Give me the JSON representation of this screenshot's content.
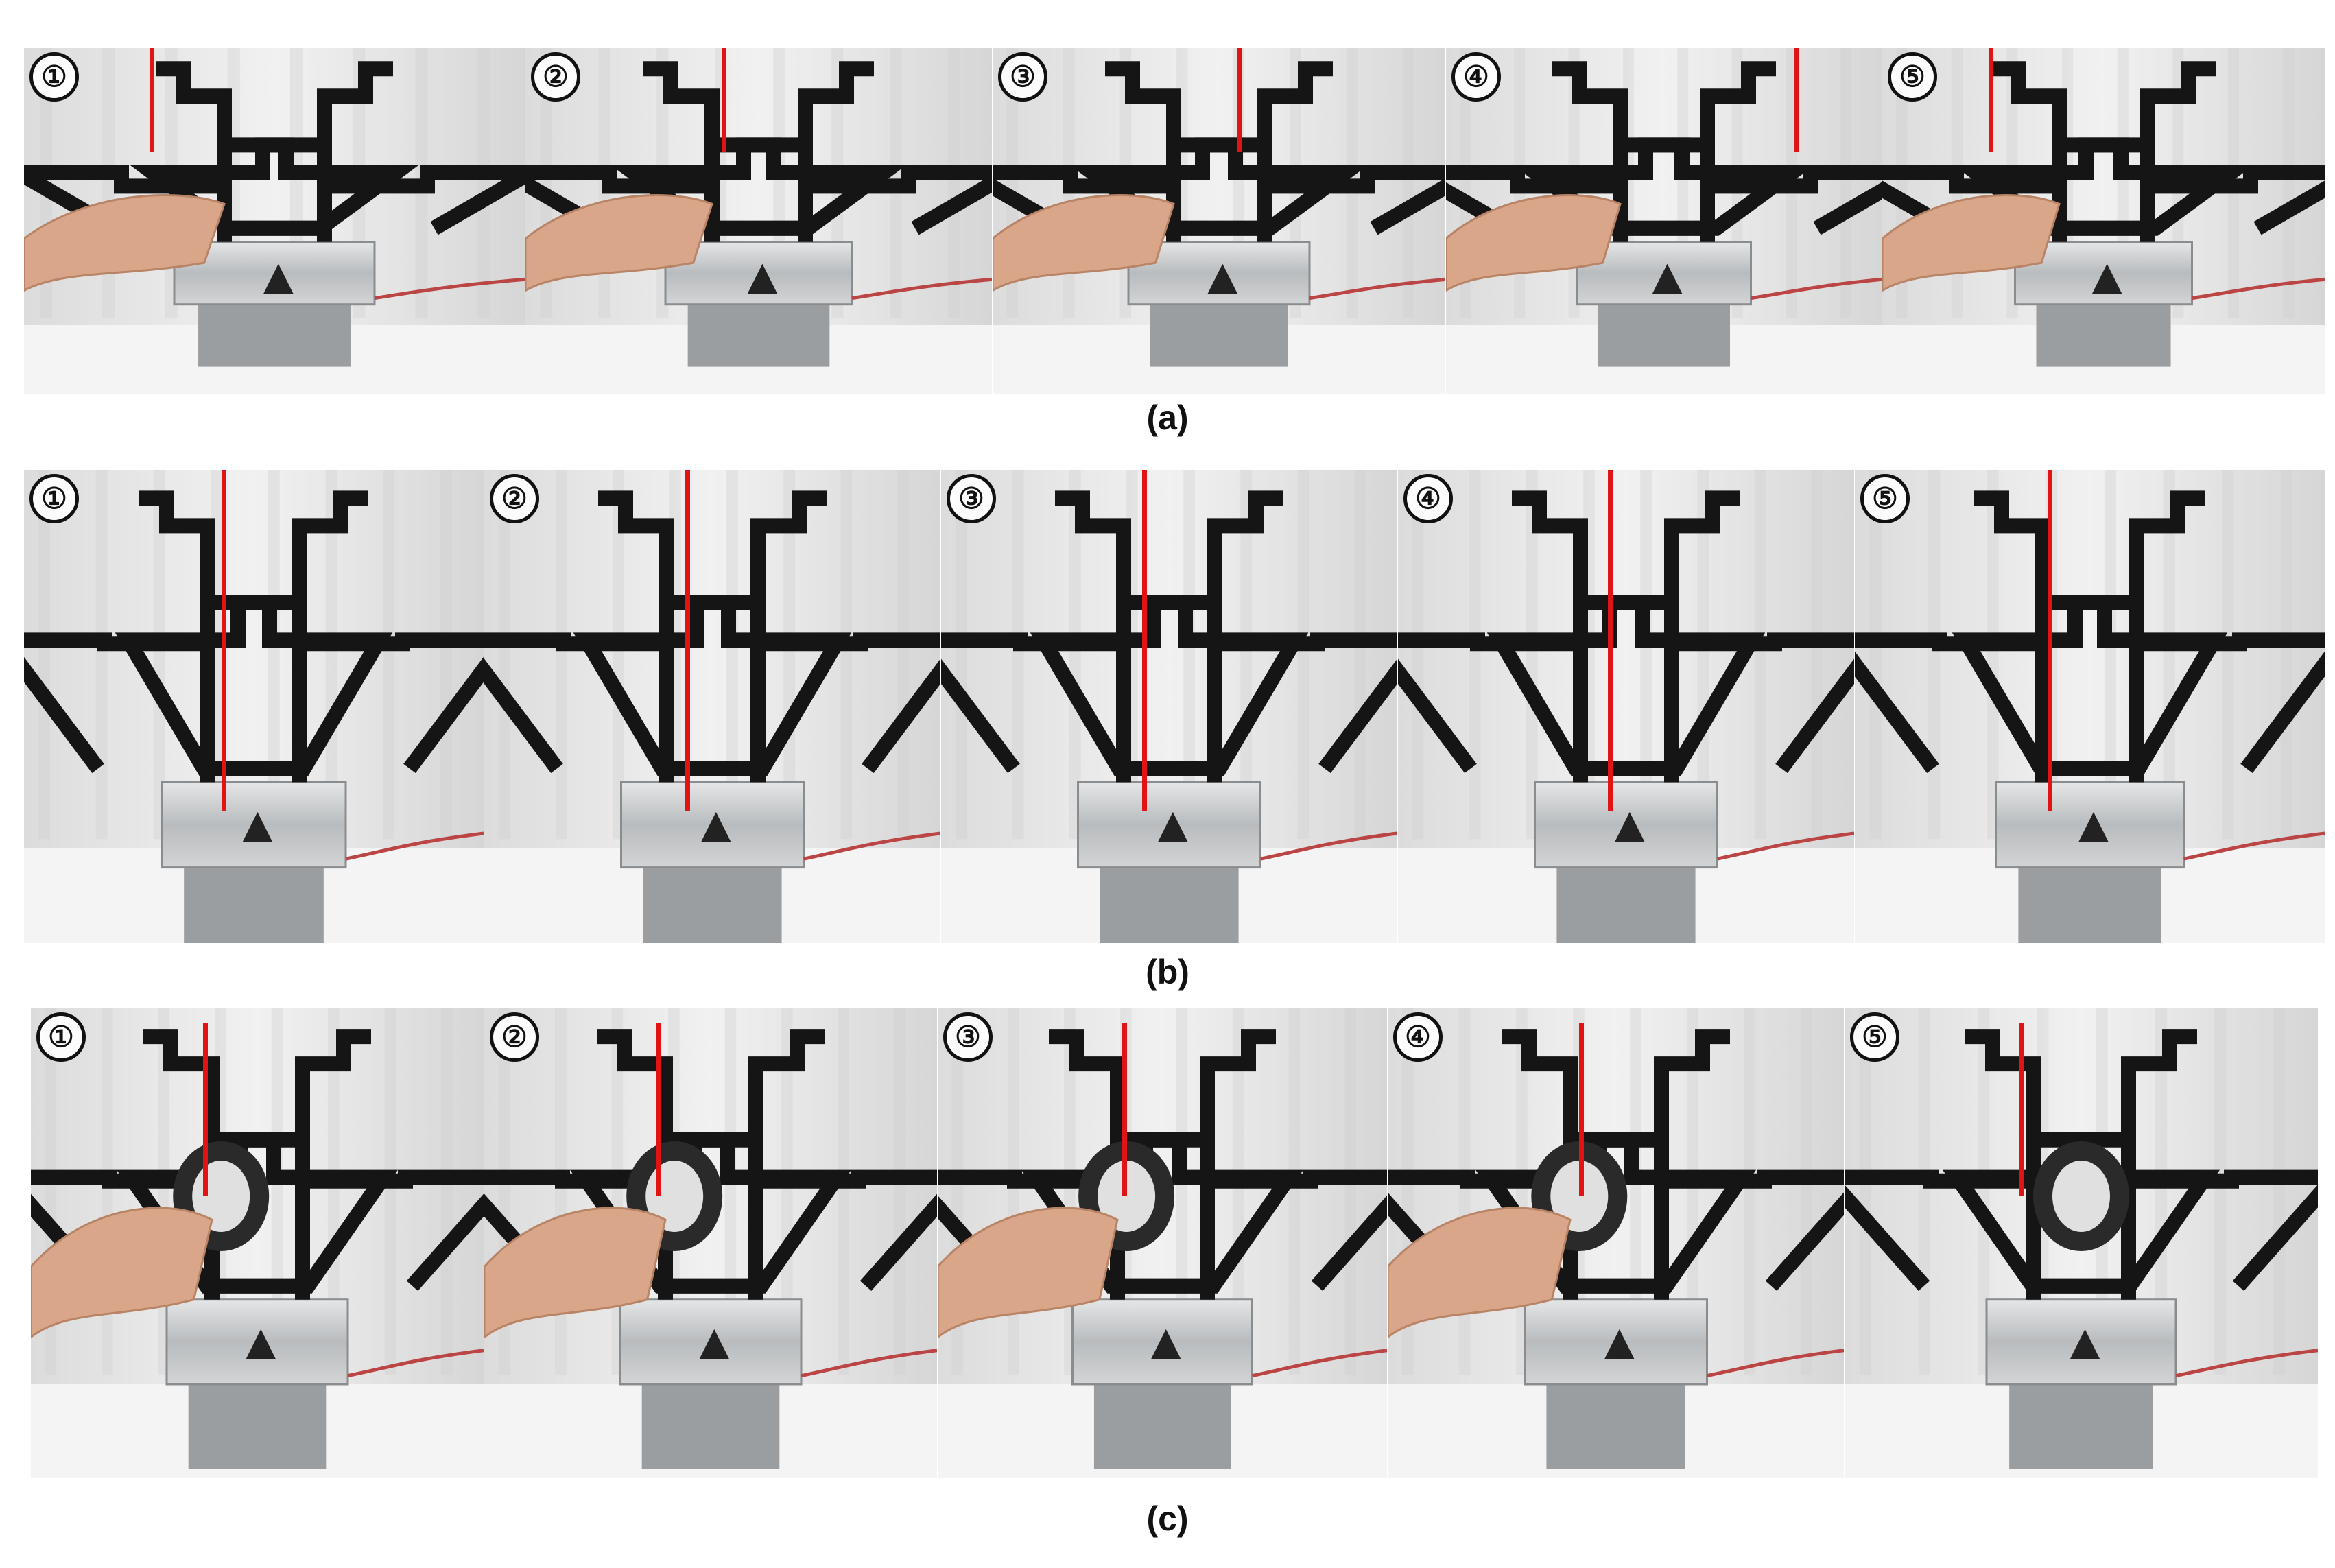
{
  "panels": [
    {
      "caption": "(a)",
      "frames": [
        "①",
        "②",
        "③",
        "④",
        "⑤"
      ]
    },
    {
      "caption": "(b)",
      "frames": [
        "①",
        "②",
        "③",
        "④",
        "⑤"
      ]
    },
    {
      "caption": "(c)",
      "frames": [
        "①",
        "②",
        "③",
        "④",
        "⑤"
      ]
    }
  ],
  "colors": {
    "guide_line": "#e01414",
    "gripper": "#151515",
    "housing": "#c9cbcc",
    "background": "#e9e9e9"
  }
}
